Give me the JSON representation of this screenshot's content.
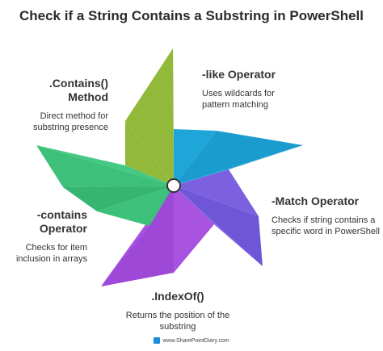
{
  "title": "Check if a String Contains a Substring in PowerShell",
  "blades": [
    {
      "heading": ".Contains()\nMethod",
      "description": "Direct method for\nsubstring presence",
      "color": "#93b93a"
    },
    {
      "heading": "-like Operator",
      "description": "Uses wildcards for\npattern matching",
      "color": "#1ea6d9"
    },
    {
      "heading": "-Match Operator",
      "description": "Checks if string contains a\nspecific word in PowerShell",
      "color": "#7b61e0"
    },
    {
      "heading": ".IndexOf()",
      "description": "Returns the position of the\nsubstring",
      "color": "#a852e0"
    },
    {
      "heading": "-contains\nOperator",
      "description": "Checks for item\ninclusion in arrays",
      "color": "#3dc17a"
    }
  ],
  "footer": "www.SharePointDiary.com"
}
